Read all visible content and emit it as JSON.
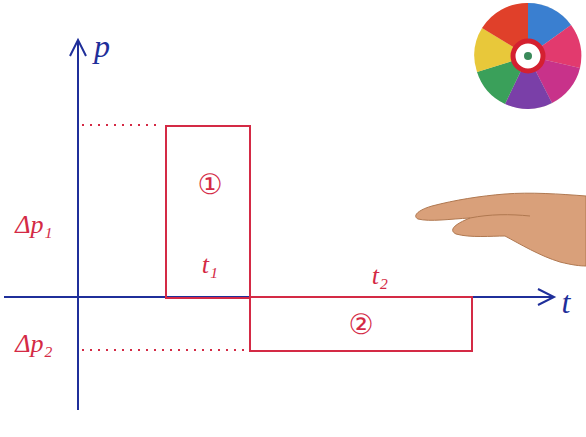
{
  "diagram": {
    "nodes": [
      {
        "text": [
          "①",
          "t₁"
        ]
      },
      {
        "text": [
          "②"
        ]
      }
    ],
    "labels": [
      "p",
      "t",
      "Δp₁",
      "Δp₂",
      "t₂"
    ]
  }
}
